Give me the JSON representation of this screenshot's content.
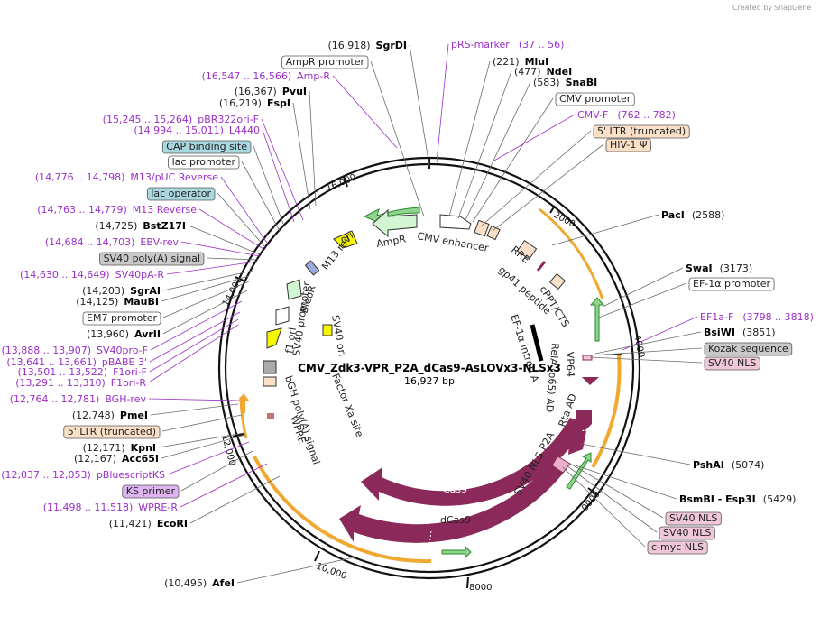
{
  "credit": {
    "prefix": "Created by",
    "brand": "SnapGene"
  },
  "plasmid": {
    "name": "CMV_Zdk3-VPR_P2A_dCas9-AsLOVx3-NLSx3",
    "length_label": "16,927 bp",
    "length": 16927
  },
  "ticks": [
    "2000",
    "4000",
    "6000",
    "8000",
    "10,000",
    "12,000",
    "14,000",
    "16,000"
  ],
  "right_labels": [
    {
      "kind": "site",
      "pos": "(2588)",
      "name": "PacI"
    },
    {
      "kind": "site",
      "pos": "(3173)",
      "name": "SwaI"
    },
    {
      "kind": "box",
      "name": "EF-1α promoter",
      "style": "white"
    },
    {
      "kind": "primer",
      "name": "EF1a-F",
      "range": "(3798 .. 3818)"
    },
    {
      "kind": "site",
      "pos": "(3851)",
      "name": "BsiWI"
    },
    {
      "kind": "box",
      "name": "Kozak sequence",
      "style": "gray"
    },
    {
      "kind": "box",
      "name": "SV40 NLS",
      "style": "pink"
    },
    {
      "kind": "site",
      "pos": "(5074)",
      "name": "PshAI"
    },
    {
      "kind": "site",
      "pos": "(5429)",
      "name": "BsmBI  -  Esp3I"
    },
    {
      "kind": "box",
      "name": "SV40 NLS",
      "style": "pink"
    },
    {
      "kind": "box",
      "name": "SV40 NLS",
      "style": "pink"
    },
    {
      "kind": "box",
      "name": "c-myc NLS",
      "style": "pink"
    }
  ],
  "top_labels": [
    {
      "kind": "site",
      "pos": "(16,918)",
      "name": "SgrDI"
    },
    {
      "kind": "primer",
      "name": "pRS-marker",
      "range": "(37 .. 56)"
    },
    {
      "kind": "box",
      "name": "AmpR promoter",
      "style": "white"
    },
    {
      "kind": "site",
      "pos": "(221)",
      "name": "MluI"
    },
    {
      "kind": "site",
      "pos": "(477)",
      "name": "NdeI"
    },
    {
      "kind": "site",
      "pos": "(583)",
      "name": "SnaBI"
    },
    {
      "kind": "box",
      "name": "CMV promoter",
      "style": "white"
    },
    {
      "kind": "primer",
      "name": "CMV-F",
      "range": "(762 .. 782)"
    },
    {
      "kind": "box",
      "name": "5' LTR (truncated)",
      "style": "peach"
    },
    {
      "kind": "box",
      "name": "HIV-1 Ψ",
      "style": "peach"
    }
  ],
  "left_labels": [
    {
      "kind": "primer",
      "name": "Amp-R",
      "range": "(16,547 .. 16,566)"
    },
    {
      "kind": "site",
      "pos": "(16,367)",
      "name": "PvuI"
    },
    {
      "kind": "site",
      "pos": "(16,219)",
      "name": "FspI"
    },
    {
      "kind": "primer",
      "name": "pBR322ori-F",
      "range": "(15,245 .. 15,264)"
    },
    {
      "kind": "primer",
      "name": "L4440",
      "range": "(14,994 .. 15,011)"
    },
    {
      "kind": "box",
      "name": "CAP binding site",
      "style": "teal"
    },
    {
      "kind": "box",
      "name": "lac promoter",
      "style": "white"
    },
    {
      "kind": "primer",
      "name": "M13/pUC Reverse",
      "range": "(14,776 .. 14,798)"
    },
    {
      "kind": "box",
      "name": "lac operator",
      "style": "teal"
    },
    {
      "kind": "primer",
      "name": "M13 Reverse",
      "range": "(14,763 .. 14,779)"
    },
    {
      "kind": "site",
      "pos": "(14,725)",
      "name": "BstZ17I"
    },
    {
      "kind": "primer",
      "name": "EBV-rev",
      "range": "(14,684 .. 14,703)"
    },
    {
      "kind": "box",
      "name": "SV40 poly(A) signal",
      "style": "gray"
    },
    {
      "kind": "primer",
      "name": "SV40pA-R",
      "range": "(14,630 .. 14,649)"
    },
    {
      "kind": "site",
      "pos": "(14,203)",
      "name": "SgrAI"
    },
    {
      "kind": "site",
      "pos": "(14,125)",
      "name": "MauBI"
    },
    {
      "kind": "box",
      "name": "EM7 promoter",
      "style": "white"
    },
    {
      "kind": "site",
      "pos": "(13,960)",
      "name": "AvrII"
    },
    {
      "kind": "primer",
      "name": "SV40pro-F",
      "range": "(13,888 .. 13,907)"
    },
    {
      "kind": "primer",
      "name": "pBABE 3'",
      "range": "(13,641 .. 13,661)"
    },
    {
      "kind": "primer",
      "name": "F1ori-F",
      "range": "(13,501 .. 13,522)"
    },
    {
      "kind": "primer",
      "name": "F1ori-R",
      "range": "(13,291 .. 13,310)"
    },
    {
      "kind": "primer",
      "name": "BGH-rev",
      "range": "(12,764 .. 12,781)"
    },
    {
      "kind": "site",
      "pos": "(12,748)",
      "name": "PmeI"
    },
    {
      "kind": "box",
      "name": "5' LTR (truncated)",
      "style": "peach"
    },
    {
      "kind": "site",
      "pos": "(12,171)",
      "name": "KpnI"
    },
    {
      "kind": "site",
      "pos": "(12,167)",
      "name": "Acc65I"
    },
    {
      "kind": "primer",
      "name": "pBluescriptKS",
      "range": "(12,037 .. 12,053)"
    },
    {
      "kind": "box",
      "name": "KS primer",
      "style": "purple"
    },
    {
      "kind": "primer",
      "name": "WPRE-R",
      "range": "(11,498 .. 11,518)"
    },
    {
      "kind": "site",
      "pos": "(11,421)",
      "name": "EcoRI"
    },
    {
      "kind": "site",
      "pos": "(10,495)",
      "name": "AfeI"
    }
  ],
  "inner_labels": [
    "AmpR",
    "CMV enhancer",
    "RRE",
    "gp41 peptide",
    "cPPT/CTS",
    "EF-1α intron A",
    "VP64",
    "RelA (p65) AD",
    "Rta AD",
    "P2A",
    "SV40 NLS",
    "Cas9",
    "dCas9",
    "ori",
    "M13 rev",
    "BleoR",
    "SV40 promoter",
    "f1 ori",
    "SV40 ori",
    "bGH poly(A) signal",
    "Factor Xa site",
    "WPRE"
  ],
  "colors": {
    "primer": "#9a2fc8",
    "cas9": "#8b2a5a",
    "green_feature": "#8fd48f",
    "yellow_feature": "#f5f500",
    "orange_region": "#f0a830",
    "pink_box": "#f0c7d8",
    "peach_box": "#fbe0c8",
    "teal_box": "#a9d8e0",
    "gray_box": "#c9c9c9",
    "purple_box": "#ddb4f0"
  }
}
